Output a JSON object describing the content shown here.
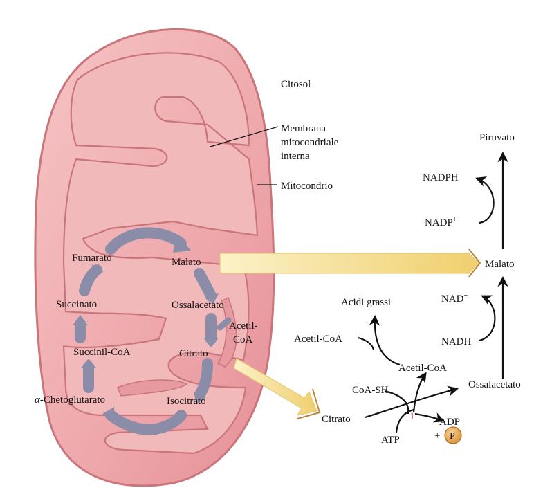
{
  "labels": {
    "citosol": "Citosol",
    "membrane_line1": "Membrana",
    "membrane_line2": "mitocondriale",
    "membrane_line3": "interna",
    "mitocondrio": "Mitocondrio",
    "piruvato": "Piruvato",
    "nadph": "NADPH",
    "nadp_plus": "NADP",
    "nadp_sup": "+",
    "malato_cyto": "Malato",
    "nad_plus": "NAD",
    "nad_sup": "+",
    "nadh": "NADH",
    "ossalacetato_cyto": "Ossalacetato",
    "acidi_grassi": "Acidi grassi",
    "acetil_coa_left": "Acetil-CoA",
    "acetil_coa_right": "Acetil-CoA",
    "coa_sh": "CoA-SH",
    "citrato_cyto": "Citrato",
    "enzyme_number": "1",
    "atp": "ATP",
    "adp": "ADP",
    "plus": "+",
    "phosphate": "P",
    "fumarato": "Fumarato",
    "malato_mito": "Malato",
    "succinato": "Succinato",
    "ossalacetato_mito": "Ossalacetato",
    "acetil_mito_line1": "Acetil-",
    "acetil_mito_line2": "CoA",
    "succinil_coa": "Succinil-CoA",
    "citrato_mito": "Citrato",
    "alpha": "α",
    "chetoglutarato": "-Chetoglutarato",
    "isocitrato": "Isocitrato"
  },
  "colors": {
    "matrix_fill": "#f2b9bb",
    "matrix_outline": "#c9757a",
    "membrane_fill": "#e79aa0",
    "cycle_arrow": "#8a8ca8",
    "transport_arrow": "#f2d98a",
    "pathway_arrow": "#111111",
    "enzyme_number": "#c8323a",
    "phosphate_circle": "#e0a24a"
  }
}
